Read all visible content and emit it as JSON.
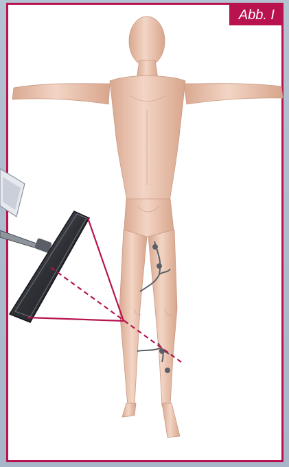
{
  "figure": {
    "label": "Abb. I"
  },
  "colors": {
    "frame": "#b8134f",
    "skin": "#ecc7b4",
    "background": "#a7b6c8"
  },
  "illustration": {
    "subject": "standing-human-figure",
    "device": "handheld-scanner",
    "annotation": "red-projection-lines"
  }
}
